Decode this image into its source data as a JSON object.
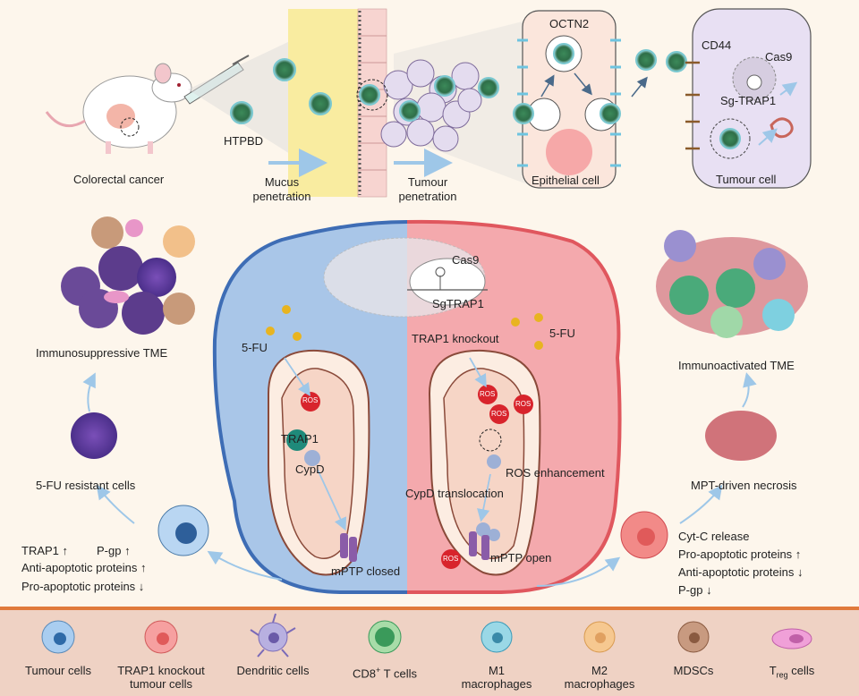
{
  "top": {
    "colorectal_cancer": "Colorectal cancer",
    "htpbd": "HTPBD",
    "mucus_penetration": "Mucus\npenetration",
    "tumour_penetration": "Tumour\npenetration",
    "octn2": "OCTN2",
    "epithelial_cell": "Epithelial cell",
    "cd44": "CD44",
    "cas9": "Cas9",
    "sg_trap1": "Sg-TRAP1",
    "tumour_cell": "Tumour cell"
  },
  "middle": {
    "cas9": "Cas9",
    "sgtrap1": "SgTRAP1",
    "trap1_knockout": "TRAP1 knockout",
    "fu_left": "5-FU",
    "fu_right": "5-FU",
    "ros": "ROS",
    "trap1": "TRAP1",
    "cypd": "CypD",
    "ros_enhancement": "ROS enhancement",
    "cypd_translocation": "CypD translocation",
    "mptp_closed": "mPTP closed",
    "mptp_open": "mPTP open"
  },
  "left": {
    "immunosuppressive": "Immunosuppressive TME",
    "fu_resistant": "5-FU resistant cells",
    "trap1_up": "TRAP1 ↑",
    "pgp_up": "P-gp ↑",
    "anti_apop_up": "Anti-apoptotic proteins ↑",
    "pro_apop_down": "Pro-apoptotic proteins ↓"
  },
  "right": {
    "immunoactivated": "Immunoactivated TME",
    "mpt_necrosis": "MPT-driven necrosis",
    "cytc": "Cyt-C release",
    "pro_apop_up": "Pro-apoptotic proteins ↑",
    "anti_apop_down": "Anti-apoptotic proteins ↓",
    "pgp_down": "P-gp ↓"
  },
  "legend": {
    "tumour_cells": "Tumour cells",
    "trap1_ko": "TRAP1 knockout\ntumour cells",
    "dendritic": "Dendritic cells",
    "cd8_pre": "CD8",
    "cd8_sup": "+",
    "cd8_post": " T cells",
    "m1": "M1\nmacrophages",
    "m2": "M2\nmacrophages",
    "mdscs": "MDSCs",
    "treg_pre": "T",
    "treg_sub": "reg",
    "treg_post": " cells"
  },
  "colors": {
    "blue_half": "#a9c6e8",
    "pink_half": "#f4a9ad",
    "membrane_blue": "#3e6db5",
    "membrane_red": "#e0575e",
    "orange_line": "#e07a3c",
    "ros_red": "#d8242c",
    "fu_yellow": "#e8b420"
  }
}
